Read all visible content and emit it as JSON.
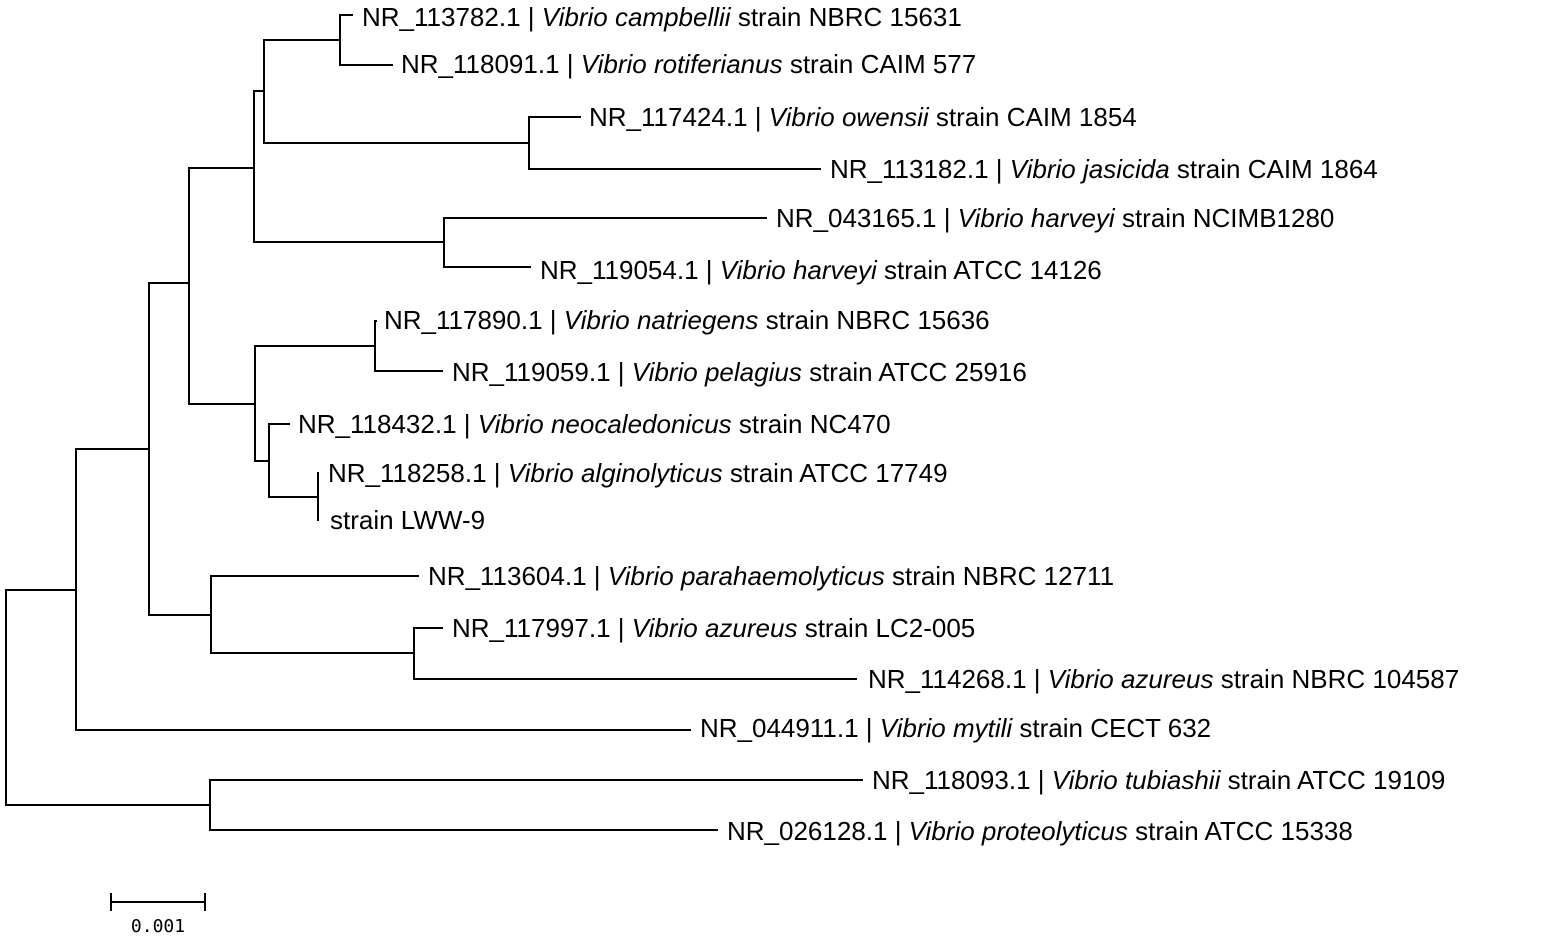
{
  "tree": {
    "leaves": [
      {
        "accession": "NR_113782.1",
        "species": "Vibrio campbellii",
        "strain": "strain NBRC 15631"
      },
      {
        "accession": "NR_118091.1",
        "species": "Vibrio rotiferianus",
        "strain": "strain CAIM 577"
      },
      {
        "accession": "NR_117424.1",
        "species": "Vibrio owensii",
        "strain": "strain CAIM 1854"
      },
      {
        "accession": "NR_113182.1",
        "species": "Vibrio jasicida",
        "strain": "strain CAIM 1864"
      },
      {
        "accession": "NR_043165.1",
        "species": "Vibrio harveyi",
        "strain": "strain NCIMB1280"
      },
      {
        "accession": "NR_119054.1",
        "species": "Vibrio harveyi",
        "strain": "strain ATCC 14126"
      },
      {
        "accession": "NR_117890.1",
        "species": "Vibrio natriegens",
        "strain": "strain NBRC 15636"
      },
      {
        "accession": "NR_119059.1",
        "species": "Vibrio pelagius",
        "strain": "strain ATCC 25916"
      },
      {
        "accession": "NR_118432.1",
        "species": "Vibrio neocaledonicus",
        "strain": "strain NC470"
      },
      {
        "accession": "NR_118258.1",
        "species": "Vibrio alginolyticus",
        "strain": "strain ATCC 17749"
      },
      {
        "accession": "",
        "species": "",
        "strain": "strain LWW-9"
      },
      {
        "accession": "NR_113604.1",
        "species": "Vibrio parahaemolyticus",
        "strain": "strain NBRC 12711"
      },
      {
        "accession": "NR_117997.1",
        "species": "Vibrio azureus",
        "strain": "strain LC2-005"
      },
      {
        "accession": "NR_114268.1",
        "species": "Vibrio azureus",
        "strain": "strain NBRC 104587"
      },
      {
        "accession": "NR_044911.1",
        "species": "Vibrio mytili",
        "strain": "strain CECT 632"
      },
      {
        "accession": "NR_118093.1",
        "species": "Vibrio tubiashii",
        "strain": "strain ATCC 19109"
      },
      {
        "accession": "NR_026128.1",
        "species": "Vibrio proteolyticus",
        "strain": "strain ATCC 15338"
      }
    ],
    "separator": " | ",
    "scale_bar": {
      "label": "0.001",
      "value": 0.001
    }
  }
}
